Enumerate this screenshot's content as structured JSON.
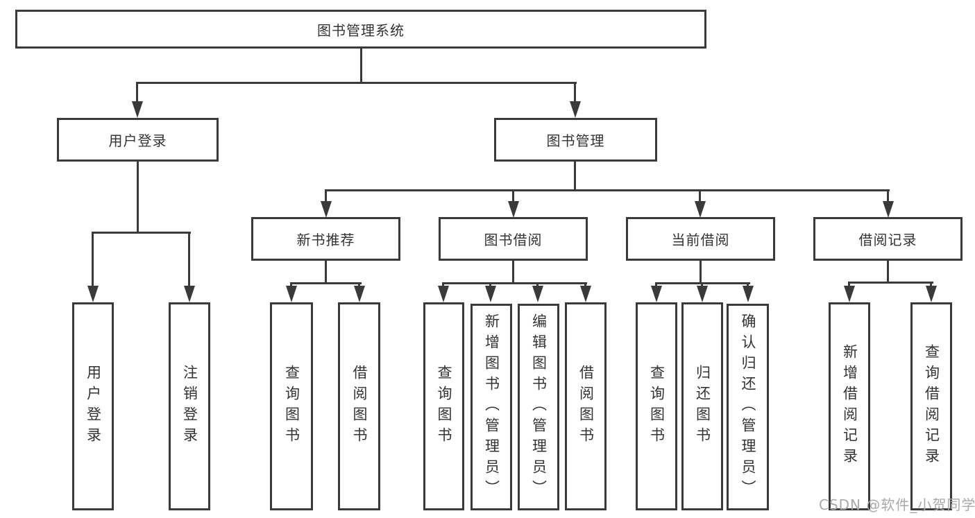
{
  "diagram": {
    "title": "图书管理系统",
    "level2": {
      "user_login": "用户登录",
      "book_mgmt": "图书管理"
    },
    "login_children": [
      "用户登录",
      "注销登录"
    ],
    "modules": [
      "新书推荐",
      "图书借阅",
      "当前借阅",
      "借阅记录"
    ],
    "recommend_children": [
      "查询图书",
      "借阅图书"
    ],
    "borrow_children": [
      "查询图书",
      "新增图书（管理员）",
      "编辑图书（管理员）",
      "借阅图书"
    ],
    "current_children": [
      "查询图书",
      "归还图书",
      "确认归还（管理员）"
    ],
    "record_children": [
      "新增借阅记录",
      "查询借阅记录"
    ]
  },
  "watermark": "CSDN @软件_小贺同学"
}
